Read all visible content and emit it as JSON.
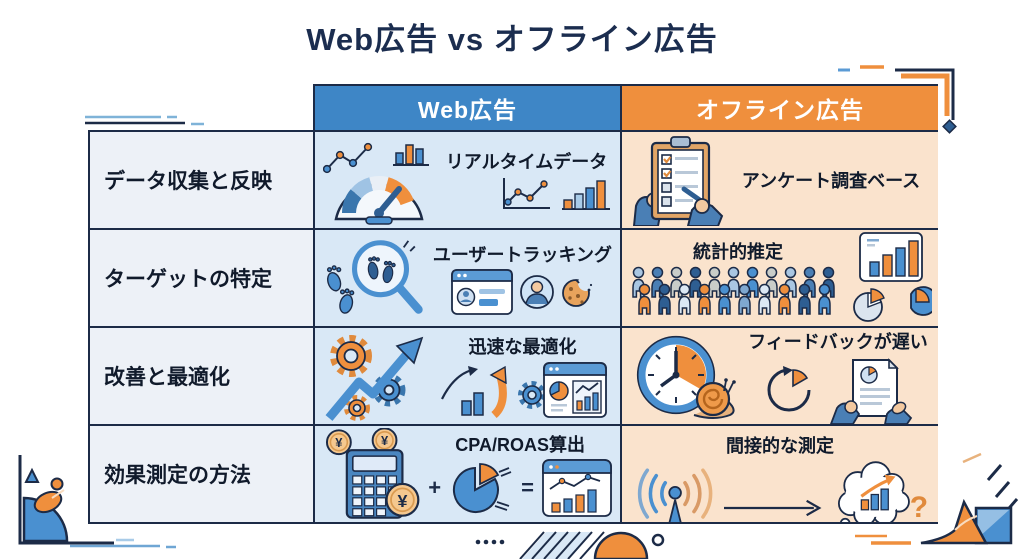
{
  "title": "Web広告 vs オフライン広告",
  "table": {
    "headers": {
      "web": "Web広告",
      "offline": "オフライン広告"
    },
    "rows": [
      {
        "label": "データ収集と反映",
        "web": {
          "caption": "リアルタイムデータ",
          "icons": [
            "line-chart-icon",
            "bar-chart-icon",
            "speedometer-gauge-icon",
            "line-chart-icon",
            "bar-chart-icon"
          ]
        },
        "offline": {
          "caption": "アンケート調査ベース",
          "icons": [
            "survey-clipboard-hands-icon"
          ]
        }
      },
      {
        "label": "ターゲットの特定",
        "web": {
          "caption": "ユーザートラッキング",
          "icons": [
            "footprints-magnifier-icon",
            "browser-profile-icon",
            "user-avatar-icon",
            "cookie-icon"
          ]
        },
        "offline": {
          "caption": "統計的推定",
          "icons": [
            "crowd-icon",
            "bar-chart-card-icon",
            "pie-chart-icon",
            "pie-chart-icon"
          ]
        }
      },
      {
        "label": "改善と最適化",
        "web": {
          "caption": "迅速な最適化",
          "icons": [
            "gears-growth-arrow-icon",
            "bar-growth-arrows-icon",
            "gear-dashboard-icon"
          ]
        },
        "offline": {
          "caption": "フィードバックが遅い",
          "icons": [
            "clock-snail-icon",
            "refresh-pie-icon",
            "report-review-hands-icon"
          ]
        }
      },
      {
        "label": "効果測定の方法",
        "web": {
          "caption": "CPA/ROAS算出",
          "icons": [
            "calculator-yen-icon",
            "pie-chart-icon",
            "analytics-dashboard-icon"
          ]
        },
        "offline": {
          "caption": "間接的な測定",
          "icons": [
            "broadcast-antenna-icon",
            "arrow-right-icon",
            "thought-bubble-chart-icon",
            "question-mark-icon"
          ]
        }
      }
    ]
  },
  "symbols": {
    "plus": "+",
    "equals": "=",
    "question": "?",
    "yen": "¥"
  },
  "colors": {
    "web_header": "#3e86c6",
    "offline_header": "#ef8f3d",
    "web_cell": "#d9e8f6",
    "offline_cell": "#fae3cd",
    "label_cell": "#edf1f7",
    "border": "#1c2b47",
    "title": "#1b2d4f",
    "accent_blue": "#4a90d0",
    "accent_orange": "#ef8f3d"
  }
}
